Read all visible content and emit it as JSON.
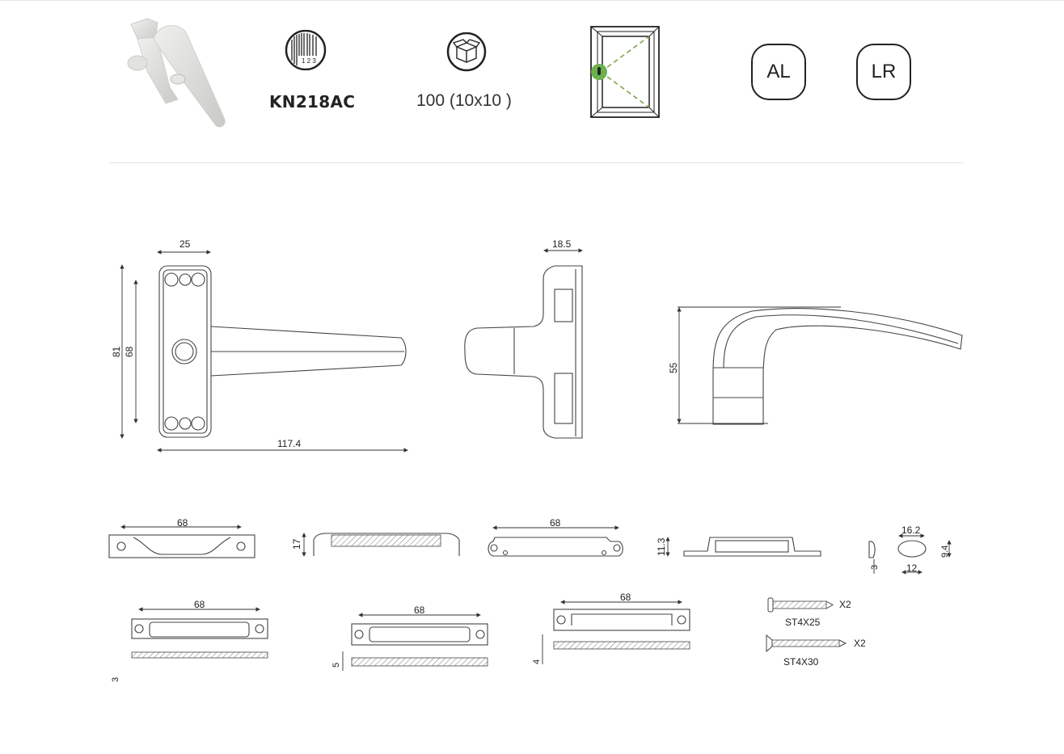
{
  "header": {
    "product_photo": "window-handle-photo",
    "code_icon": "barcode-icon",
    "code_icon_digits": "1 2 3",
    "product_code": "KN218AC",
    "package_icon": "box-icon",
    "package_qty": "100 (10x10 )",
    "window_icon": "casement-window-icon",
    "window_icon_accent": "#6ab04c",
    "badges": [
      {
        "label": "AL"
      },
      {
        "label": "LR"
      }
    ]
  },
  "drawings": {
    "front_view": {
      "width": "25",
      "total_height": "81",
      "hole_spacing": "68",
      "length": "117.4"
    },
    "side_view": {
      "depth": "18.5"
    },
    "profile_view": {
      "height": "55"
    },
    "row1": {
      "base_plate_spacing": "68",
      "base_section_height": "17",
      "plate2_spacing": "68",
      "spring_height": "11.3",
      "cap_thickness": "3",
      "cap_width": "16.2",
      "cap_height": "9.4",
      "cap_hole_spacing": "12"
    },
    "row2": {
      "spacer1_spacing": "68",
      "spacer1_thickness": "3",
      "spacer2_spacing": "68",
      "spacer2_thickness": "5",
      "spacer3_spacing": "68",
      "spacer3_thickness": "4"
    },
    "screws": [
      {
        "size": "ST4X25",
        "qty": "X2",
        "head": "pan"
      },
      {
        "size": "ST4X30",
        "qty": "X2",
        "head": "countersunk"
      }
    ]
  }
}
